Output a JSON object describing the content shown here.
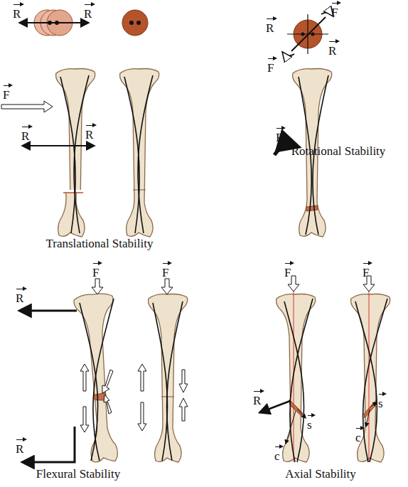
{
  "diagram": {
    "labels": [
      "R",
      "R",
      "F",
      "R",
      "R",
      "Translational Stability",
      "F",
      "R",
      "R",
      "F",
      "F",
      "Rotational Stability",
      "F",
      "F",
      "R",
      "R",
      "Flexural Stability",
      "F",
      "F",
      "R",
      "s",
      "c",
      "s",
      "c",
      "Axial Stability"
    ]
  }
}
